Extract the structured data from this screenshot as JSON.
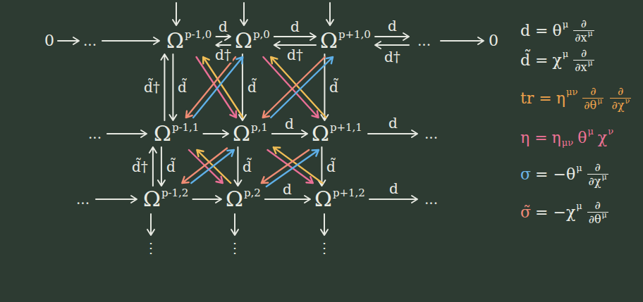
{
  "diagram": {
    "nodes": [
      {
        "text": [
          "Ω",
          "p-1,0"
        ]
      },
      {
        "text": [
          "Ω",
          "p,0"
        ]
      },
      {
        "text": [
          "Ω",
          "p+1,0"
        ]
      },
      {
        "text": [
          "Ω",
          "p-1,1"
        ]
      },
      {
        "text": [
          "Ω",
          "p,1"
        ]
      },
      {
        "text": [
          "Ω",
          "p+1,1"
        ]
      },
      {
        "text": [
          "Ω",
          "p-1,2"
        ]
      },
      {
        "text": [
          "Ω",
          "p,2"
        ]
      },
      {
        "text": [
          "Ω",
          "p+1,2"
        ]
      }
    ],
    "edges": [
      {
        "from": 0,
        "to": 1,
        "label": "d",
        "arrow": "to"
      },
      {
        "from": 1,
        "to": 0,
        "label": "d†",
        "arrow": "to"
      },
      {
        "from": 1,
        "to": 2,
        "label": "d",
        "arrow": "to"
      },
      {
        "from": 2,
        "to": 1,
        "label": "d†",
        "arrow": "to"
      },
      {
        "from": 3,
        "to": 4,
        "arrow": "to"
      },
      {
        "from": 4,
        "to": 5,
        "label": "d",
        "arrow": "to"
      },
      {
        "from": 6,
        "to": 7,
        "arrow": "to"
      },
      {
        "from": 7,
        "to": 8,
        "label": "d",
        "arrow": "to"
      },
      {
        "from": 0,
        "to": 3,
        "label": "d̃",
        "arrow": "to"
      },
      {
        "from": 3,
        "to": 0,
        "label": "d̃†",
        "arrow": "to"
      },
      {
        "from": 3,
        "to": 6,
        "label": "d̃",
        "arrow": "to"
      },
      {
        "from": 6,
        "to": 3,
        "label": "d̃†",
        "arrow": "to"
      },
      {
        "from": 1,
        "to": 4,
        "label": "d̃",
        "arrow": "to"
      },
      {
        "from": 4,
        "to": 7,
        "label": "d̃",
        "arrow": "to"
      },
      {
        "from": 2,
        "to": 5,
        "label": "d̃",
        "arrow": "to"
      },
      {
        "from": 5,
        "to": 8,
        "label": "d̃",
        "arrow": "to"
      },
      {
        "from": 4,
        "to": 0,
        "arrow": "to"
      },
      {
        "from": 0,
        "to": 4,
        "arrow": "to"
      },
      {
        "from": 3,
        "to": 1,
        "arrow": "to"
      },
      {
        "from": 1,
        "to": 3,
        "arrow": "to"
      },
      {
        "from": 5,
        "to": 1,
        "arrow": "to"
      },
      {
        "from": 1,
        "to": 5,
        "arrow": "to"
      },
      {
        "from": 4,
        "to": 2,
        "arrow": "to"
      },
      {
        "from": 2,
        "to": 4,
        "arrow": "to"
      },
      {
        "from": 7,
        "to": 3,
        "arrow": "to"
      },
      {
        "from": 3,
        "to": 7,
        "arrow": "to"
      },
      {
        "from": 6,
        "to": 4,
        "arrow": "to"
      },
      {
        "from": 4,
        "to": 6,
        "arrow": "to"
      },
      {
        "from": 8,
        "to": 4,
        "arrow": "to"
      },
      {
        "from": 4,
        "to": 8,
        "arrow": "to"
      },
      {
        "from": 7,
        "to": 5,
        "arrow": "to"
      },
      {
        "from": 5,
        "to": 7,
        "arrow": "to"
      }
    ],
    "labels": [
      "0",
      "...",
      "...",
      "0",
      "...",
      "...",
      "...",
      "...",
      "⋮",
      "⋮",
      "⋮",
      "d",
      "d†",
      "d",
      "d",
      "d =",
      "θ",
      "μ",
      "∂",
      "∂x",
      "μ",
      "d̃ =",
      "χ",
      "μ",
      "∂",
      "∂x",
      "μ",
      "tr =",
      "η",
      "μν",
      "∂",
      "∂θ",
      "μ",
      "∂",
      "∂χ",
      "ν",
      "η =",
      "η",
      "μν",
      "θ",
      "μ",
      "χ",
      "ν",
      "σ",
      "= −θ",
      "μ",
      "∂",
      "∂χ",
      "μ",
      "σ̃",
      "= −χ",
      "μ",
      "∂",
      "∂θ",
      "μ"
    ]
  }
}
